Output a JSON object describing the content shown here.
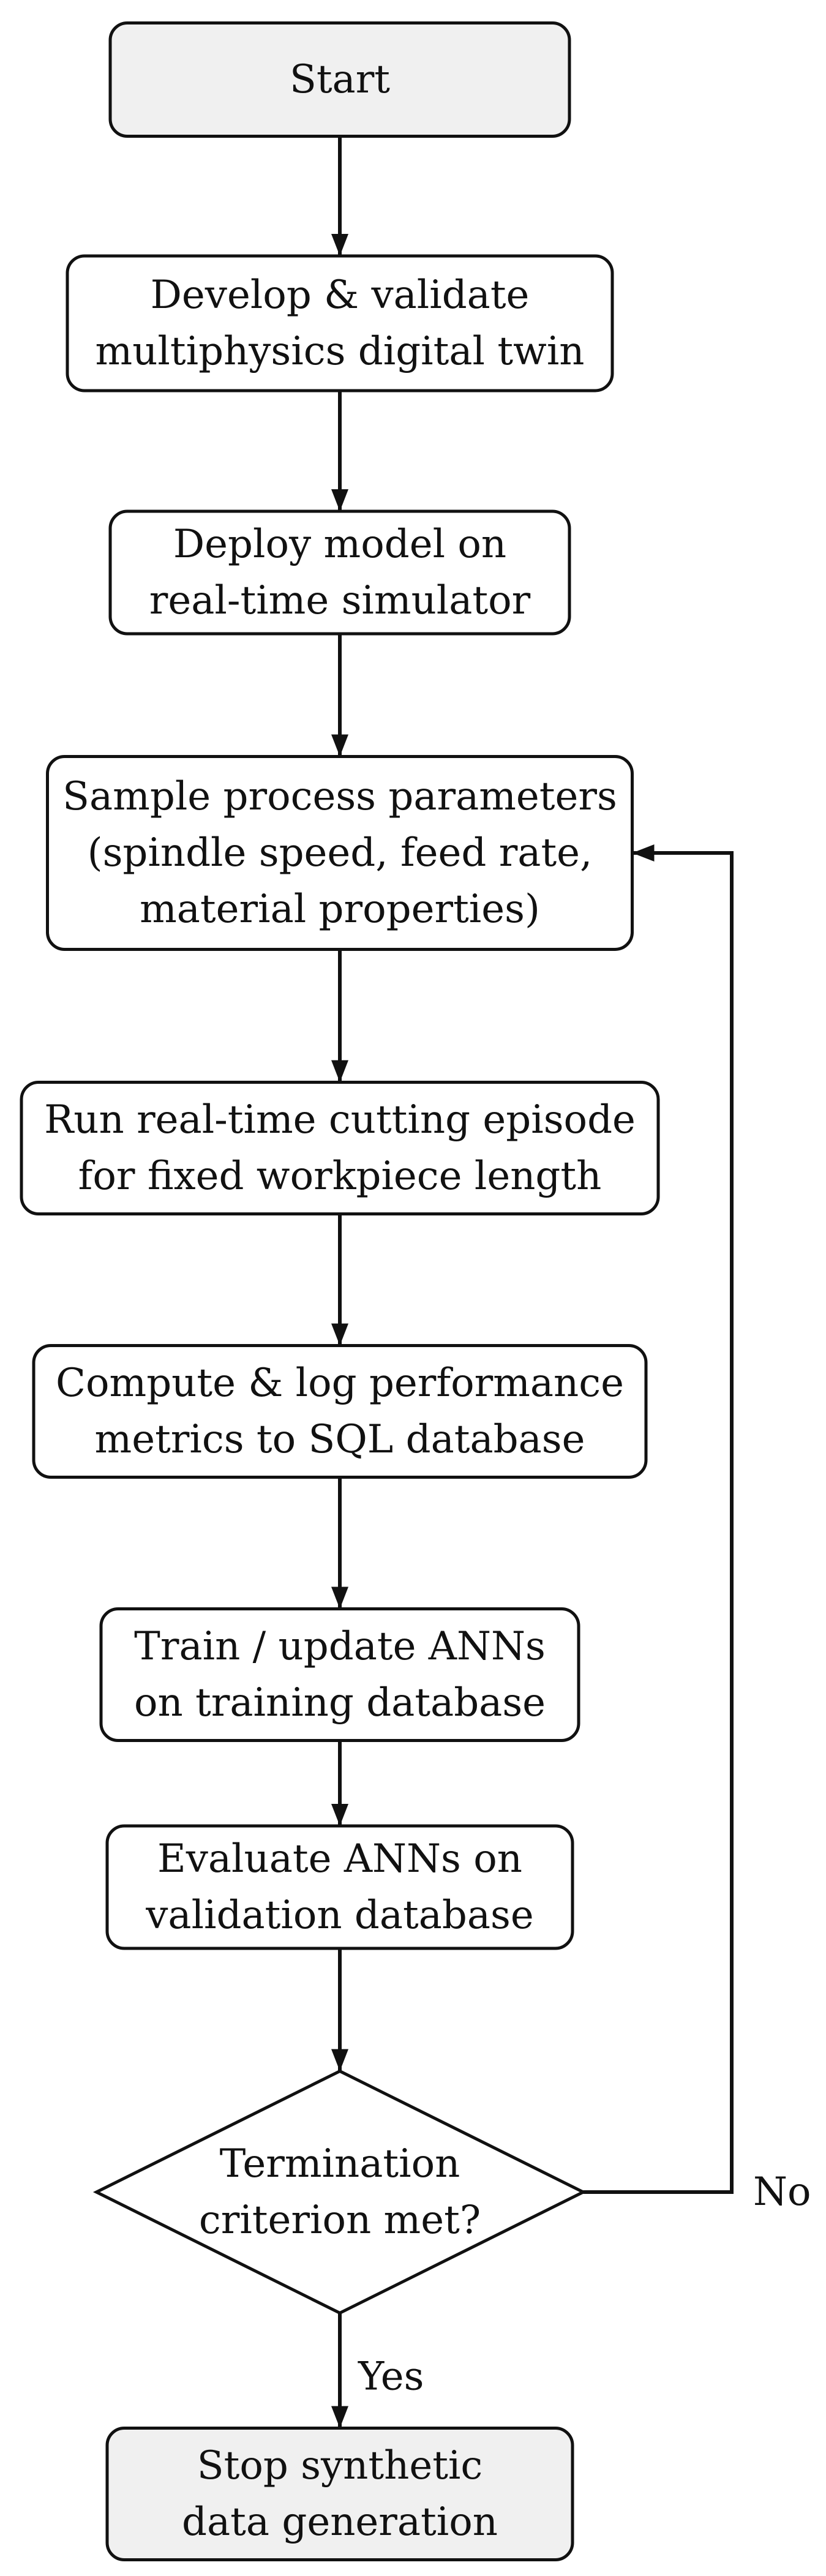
{
  "nodes": [
    {
      "id": "start",
      "shape": "terminal",
      "lines": [
        "Start"
      ]
    },
    {
      "id": "develop",
      "shape": "process",
      "lines": [
        "Develop & validate",
        "multiphysics digital twin"
      ]
    },
    {
      "id": "deploy",
      "shape": "process",
      "lines": [
        "Deploy model on",
        "real-time simulator"
      ]
    },
    {
      "id": "sample",
      "shape": "process",
      "lines": [
        "Sample process parameters",
        "(spindle speed, feed rate,",
        "material properties)"
      ]
    },
    {
      "id": "run",
      "shape": "process",
      "lines": [
        "Run real-time cutting episode",
        "for fixed workpiece length"
      ]
    },
    {
      "id": "compute",
      "shape": "process",
      "lines": [
        "Compute & log performance",
        "metrics to SQL database"
      ]
    },
    {
      "id": "train",
      "shape": "process",
      "lines": [
        "Train / update ANNs",
        "on training database"
      ]
    },
    {
      "id": "evaluate",
      "shape": "process",
      "lines": [
        "Evaluate ANNs on",
        "validation database"
      ]
    },
    {
      "id": "decision",
      "shape": "decision",
      "lines": [
        "Termination",
        "criterion met?"
      ]
    },
    {
      "id": "stop",
      "shape": "terminal",
      "lines": [
        "Stop synthetic",
        "data generation"
      ]
    }
  ],
  "edges": [
    {
      "from": "start",
      "to": "develop",
      "label": ""
    },
    {
      "from": "develop",
      "to": "deploy",
      "label": ""
    },
    {
      "from": "deploy",
      "to": "sample",
      "label": ""
    },
    {
      "from": "sample",
      "to": "run",
      "label": ""
    },
    {
      "from": "run",
      "to": "compute",
      "label": ""
    },
    {
      "from": "compute",
      "to": "train",
      "label": ""
    },
    {
      "from": "train",
      "to": "evaluate",
      "label": ""
    },
    {
      "from": "evaluate",
      "to": "decision",
      "label": ""
    },
    {
      "from": "decision",
      "to": "stop",
      "label": "Yes"
    },
    {
      "from": "decision",
      "to": "sample",
      "label": "No"
    }
  ],
  "colors": {
    "terminal_fill": "#f0f0f0",
    "process_fill": "#ffffff",
    "stroke": "#111111",
    "text": "#111111"
  }
}
